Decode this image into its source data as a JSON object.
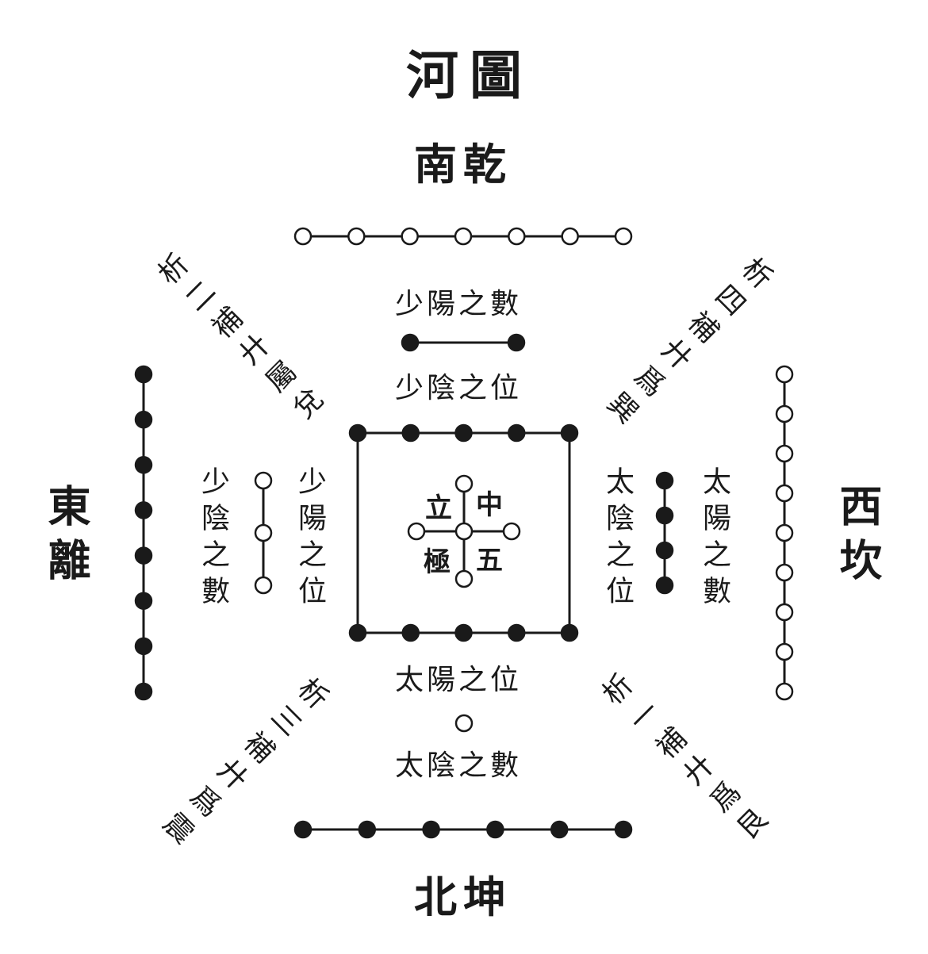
{
  "title": "河圖",
  "directions": {
    "south": "南乾",
    "north": "北坤",
    "east": "東離",
    "west": "西坎"
  },
  "inner_labels": {
    "top_number": "少陽之數",
    "top_position": "少陰之位",
    "bottom_position": "太陽之位",
    "bottom_number": "太陰之數",
    "left_number": "少陰之數",
    "left_position": "少陽之位",
    "right_position": "太陰之位",
    "right_number": "太陽之數"
  },
  "corner_labels": {
    "top_left": "析二補廾屬兌",
    "top_right": "析四補廾爲巽",
    "bottom_left": "析三補廾爲震",
    "bottom_right": "析一補廾爲艮"
  },
  "center_chars": {
    "top_left": "立",
    "top_right": "中",
    "bottom_left": "極",
    "bottom_right": "五"
  },
  "dot_groups": {
    "south_outer": {
      "count": 7,
      "fill": "white"
    },
    "north_outer": {
      "count": 6,
      "fill": "black"
    },
    "east_outer": {
      "count": 8,
      "fill": "black"
    },
    "west_outer": {
      "count": 9,
      "fill": "white"
    },
    "top_inner": {
      "count": 2,
      "fill": "black"
    },
    "bottom_inner": {
      "count": 1,
      "fill": "white"
    },
    "left_inner": {
      "count": 3,
      "fill": "white"
    },
    "right_inner": {
      "count": 4,
      "fill": "black"
    },
    "square_top": {
      "count": 5,
      "fill": "black"
    },
    "square_bottom": {
      "count": 5,
      "fill": "black"
    },
    "center_cross": {
      "count": 5,
      "fill": "white"
    }
  },
  "colors": {
    "ink": "#1a1a1a",
    "paper": "#ffffff"
  }
}
